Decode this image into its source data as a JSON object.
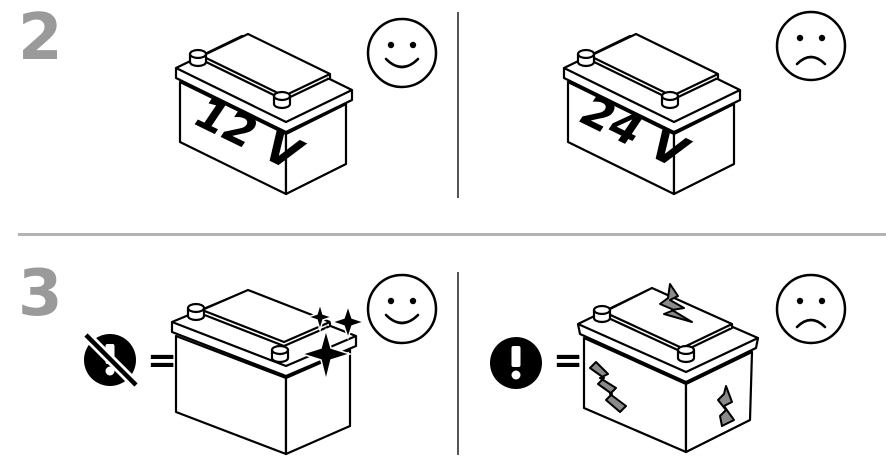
{
  "steps": [
    {
      "number": "2"
    },
    {
      "number": "3"
    }
  ],
  "voltage_ok": "12 V",
  "voltage_bad": "24 V",
  "equals_sign": "=",
  "icons": {
    "smiley": "smiley-face-icon",
    "frown": "frown-face-icon",
    "warning": "exclamation-warning-icon",
    "no_warning": "crossed-out-warning-icon",
    "sparkle": "sparkle-icon",
    "crack": "crack-icon"
  },
  "colors": {
    "step_number": "#9a9a9a",
    "divider": "#b3b3b3",
    "crack_fill": "#8a8a8a"
  }
}
